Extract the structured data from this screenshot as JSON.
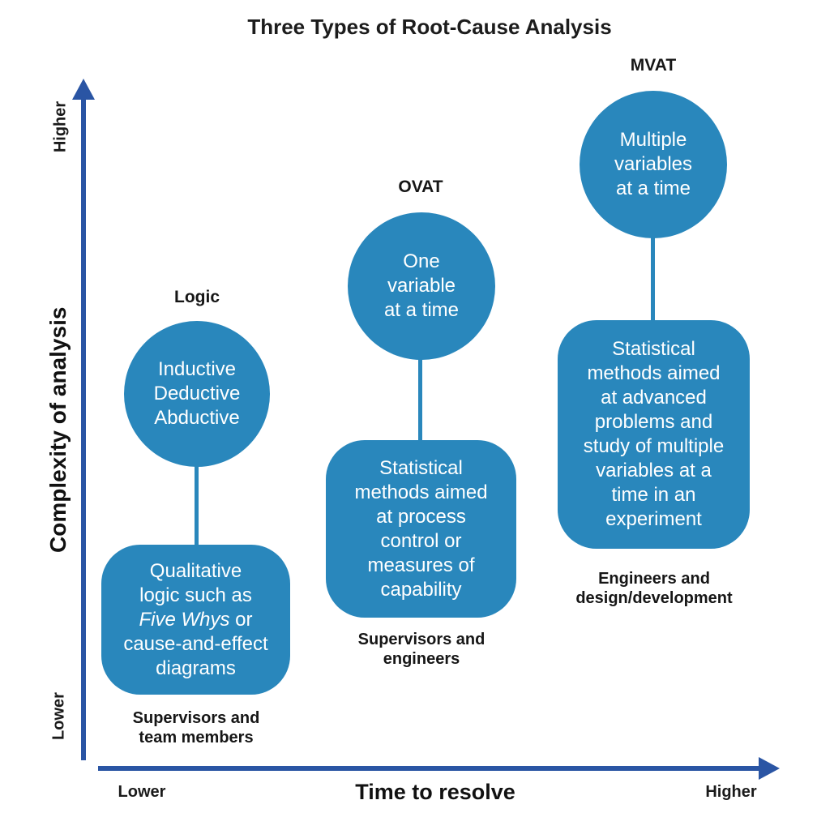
{
  "title": "Three Types of Root-Cause Analysis",
  "colors": {
    "shape_blue": "#2987bc",
    "axis_blue": "#2a55a4",
    "label_text": "#1a1a1a",
    "shape_text": "#ffffff"
  },
  "y_axis": {
    "label": "Complexity of analysis",
    "top_label": "Higher",
    "bottom_label": "Lower"
  },
  "x_axis": {
    "label": "Time to resolve",
    "left_label": "Lower",
    "right_label": "Higher"
  },
  "groups": [
    {
      "name": "Logic",
      "circle_text": "Inductive\nDeductive\nAbductive",
      "box_text_before": "Qualitative\nlogic such as\n",
      "box_text_italic": "Five Whys",
      "box_text_after": " or\ncause-and-effect\ndiagrams",
      "caption": "Supervisors and\nteam members"
    },
    {
      "name": "OVAT",
      "circle_text": "One\nvariable\nat a time",
      "box_text_before": "Statistical\nmethods aimed\nat process\ncontrol or\nmeasures of\ncapability",
      "box_text_italic": "",
      "box_text_after": "",
      "caption": "Supervisors and\nengineers"
    },
    {
      "name": "MVAT",
      "circle_text": "Multiple\nvariables\nat a time",
      "box_text_before": "Statistical\nmethods aimed\nat advanced\nproblems and\nstudy of multiple\nvariables at a\ntime in an\nexperiment",
      "box_text_italic": "",
      "box_text_after": "",
      "caption": "Engineers and\ndesign/development"
    }
  ]
}
